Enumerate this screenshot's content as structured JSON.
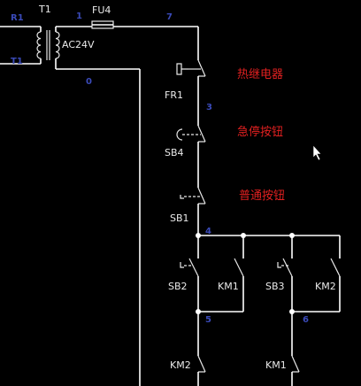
{
  "components": {
    "transformer": "T1",
    "fuse": "FU4",
    "voltage": "AC24V",
    "thermal_relay": "FR1",
    "emergency_stop": "SB4",
    "normal_button": "SB1",
    "button_2": "SB2",
    "contactor_1": "KM1",
    "button_3": "SB3",
    "contactor_2": "KM2",
    "bottom_left": "KM2",
    "bottom_right": "KM1"
  },
  "nets": {
    "r1": "R1",
    "t1": "T1",
    "n1": "1",
    "n7": "7",
    "n0": "0",
    "n3": "3",
    "n4": "4",
    "n5": "5",
    "n6": "6"
  },
  "annotations": {
    "thermal_relay": "热继电器",
    "emergency_stop": "急停按钮",
    "normal_button": "普通按钮"
  }
}
